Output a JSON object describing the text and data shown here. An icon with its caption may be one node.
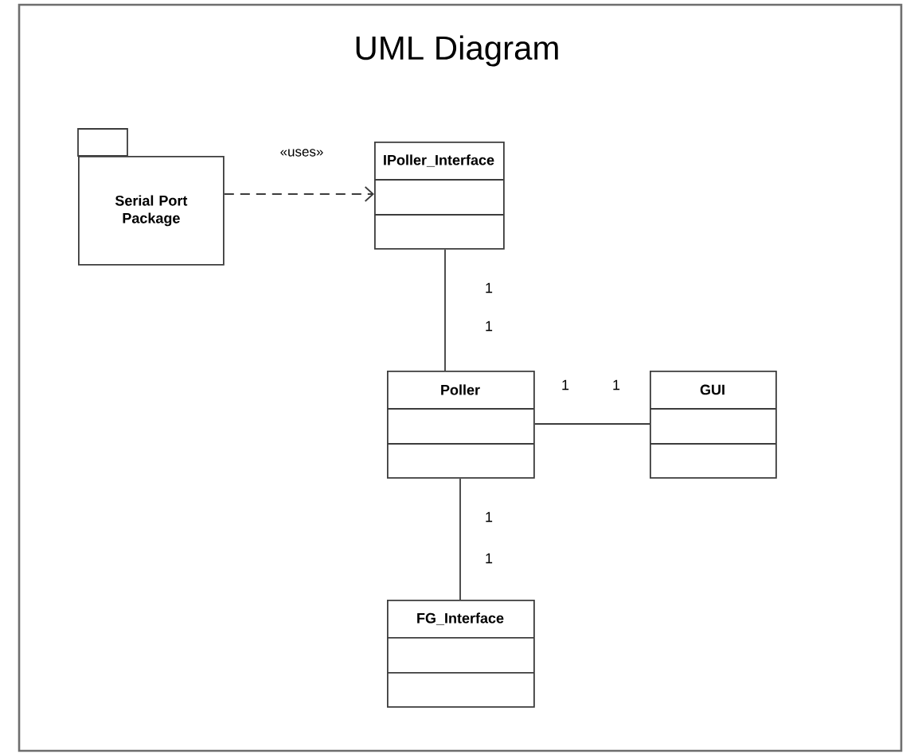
{
  "diagram": {
    "title": "UML Diagram",
    "nodes": [
      {
        "text": [
          "Serial Port Package"
        ]
      },
      {
        "text": [
          "IPoller_Interface"
        ]
      },
      {
        "text": [
          "Poller"
        ]
      },
      {
        "text": [
          "GUI"
        ]
      },
      {
        "text": [
          "FG_Interface"
        ]
      }
    ],
    "edges": [
      {
        "from": 0,
        "to": 1,
        "arrow": "to",
        "style": "dashed",
        "label": "«uses»"
      },
      {
        "from": 1,
        "to": 2,
        "arrow": "none"
      },
      {
        "from": 2,
        "to": 3,
        "arrow": "none"
      },
      {
        "from": 2,
        "to": 4,
        "arrow": "none"
      }
    ],
    "labels": [
      "1",
      "1",
      "1",
      "1",
      "1",
      "1"
    ]
  }
}
